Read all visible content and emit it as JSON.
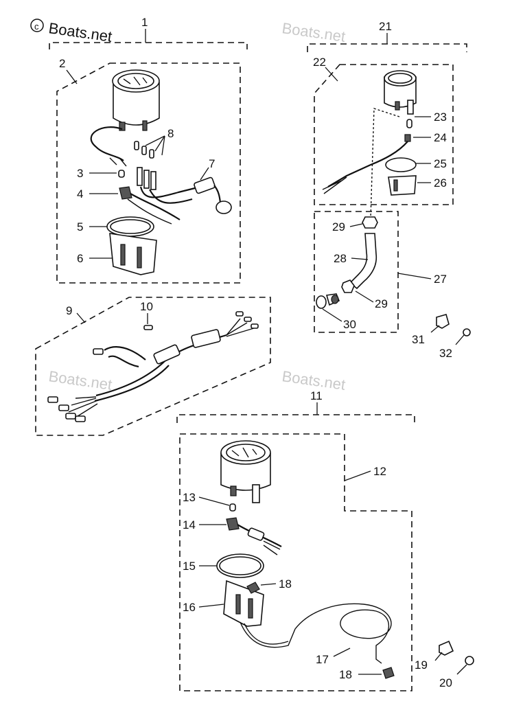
{
  "watermarks": {
    "main": "Boats.net",
    "faint_1": "Boats.net",
    "faint_2": "Boats.net",
    "faint_3": "Boats.net"
  },
  "callouts": {
    "c1": "1",
    "c2": "2",
    "c3": "3",
    "c4": "4",
    "c5": "5",
    "c6": "6",
    "c7": "7",
    "c8": "8",
    "c9": "9",
    "c10": "10",
    "c11": "11",
    "c12": "12",
    "c13": "13",
    "c14": "14",
    "c15": "15",
    "c16": "16",
    "c17": "17",
    "c18a": "18",
    "c18b": "18",
    "c19": "19",
    "c20": "20",
    "c21": "21",
    "c22": "22",
    "c23": "23",
    "c24": "24",
    "c25": "25",
    "c26": "26",
    "c27": "27",
    "c28": "28",
    "c29a": "29",
    "c29b": "29",
    "c30": "30",
    "c31": "31",
    "c32": "32"
  },
  "colors": {
    "ink": "#111111",
    "watermark_faint": "#c9c9c9",
    "background": "#ffffff"
  }
}
